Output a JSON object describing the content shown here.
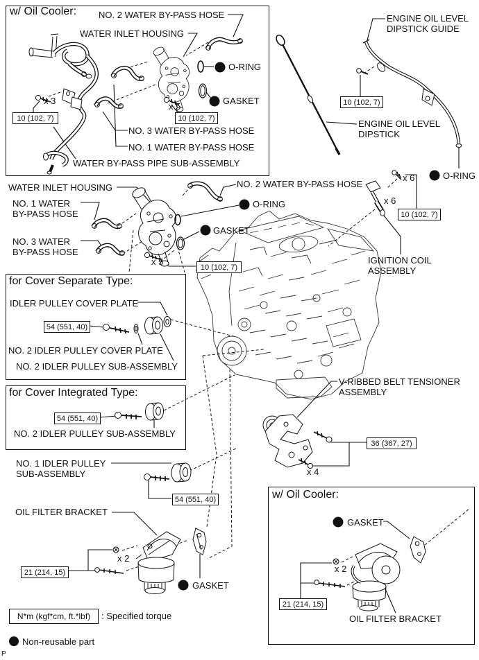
{
  "boxes": {
    "top_oil_cooler": "w/ Oil Cooler:",
    "cover_separate": "for Cover Separate Type:",
    "cover_integrated": "for Cover Integrated Type:",
    "bottom_oil_cooler": "w/ Oil Cooler:"
  },
  "torques": {
    "t10": "10 (102, 7)",
    "t54": "54 (551, 40)",
    "t36": "36 (367, 27)",
    "t21": "21 (214, 15)"
  },
  "counts": {
    "x2": "x 2",
    "x3": "x 3",
    "x4": "x 4",
    "x5": "x 5",
    "x6": "x 6"
  },
  "labels": {
    "no2_hose_top": "NO. 2 WATER BY-PASS HOSE",
    "inlet_housing_top": "WATER INLET HOUSING",
    "oring_top": "O-RING",
    "gasket_top": "GASKET",
    "no3_hose_top": "NO. 3 WATER BY-PASS HOSE",
    "no1_hose_top": "NO. 1 WATER BY-PASS HOSE",
    "pipe_sub": "WATER BY-PASS PIPE SUB-ASSEMBLY",
    "dipstick_guide_l1": "ENGINE OIL LEVEL",
    "dipstick_guide_l2": "DIPSTICK GUIDE",
    "dipstick_l1": "ENGINE OIL LEVEL",
    "dipstick_l2": "DIPSTICK",
    "oring_dipstick": "O-RING",
    "inlet_housing_mid": "WATER INLET HOUSING",
    "no1_mid_l1": "NO. 1 WATER",
    "no1_mid_l2": "BY-PASS HOSE",
    "no3_mid_l1": "NO. 3 WATER",
    "no3_mid_l2": "BY-PASS HOSE",
    "no2_hose_mid": "NO. 2 WATER BY-PASS HOSE",
    "oring_mid": "O-RING",
    "gasket_mid": "GASKET",
    "ignition_l1": "IGNITION COIL",
    "ignition_l2": "ASSEMBLY",
    "idler_cover_plate": "IDLER PULLEY COVER PLATE",
    "no2_idler_cover_plate": "NO. 2 IDLER PULLEY COVER PLATE",
    "no2_idler_sub_sep": "NO. 2 IDLER PULLEY SUB-ASSEMBLY",
    "no2_idler_sub_int": "NO. 2 IDLER PULLEY SUB-ASSEMBLY",
    "no1_idler_l1": "NO. 1 IDLER PULLEY",
    "no1_idler_l2": "SUB-ASSEMBLY",
    "oil_filter_left": "OIL FILTER BRACKET",
    "gasket_bottom_left": "GASKET",
    "vribbed_l1": "V-RIBBED BELT TENSIONER",
    "vribbed_l2": "ASSEMBLY",
    "gasket_bottom_right": "GASKET",
    "oil_filter_right": "OIL FILTER BRACKET"
  },
  "legend": {
    "torque_box": "N*m (kgf*cm, ft.*lbf)",
    "torque_text": ": Specified torque",
    "nonreusable": "Non-reusable part",
    "page_marker": "P"
  }
}
